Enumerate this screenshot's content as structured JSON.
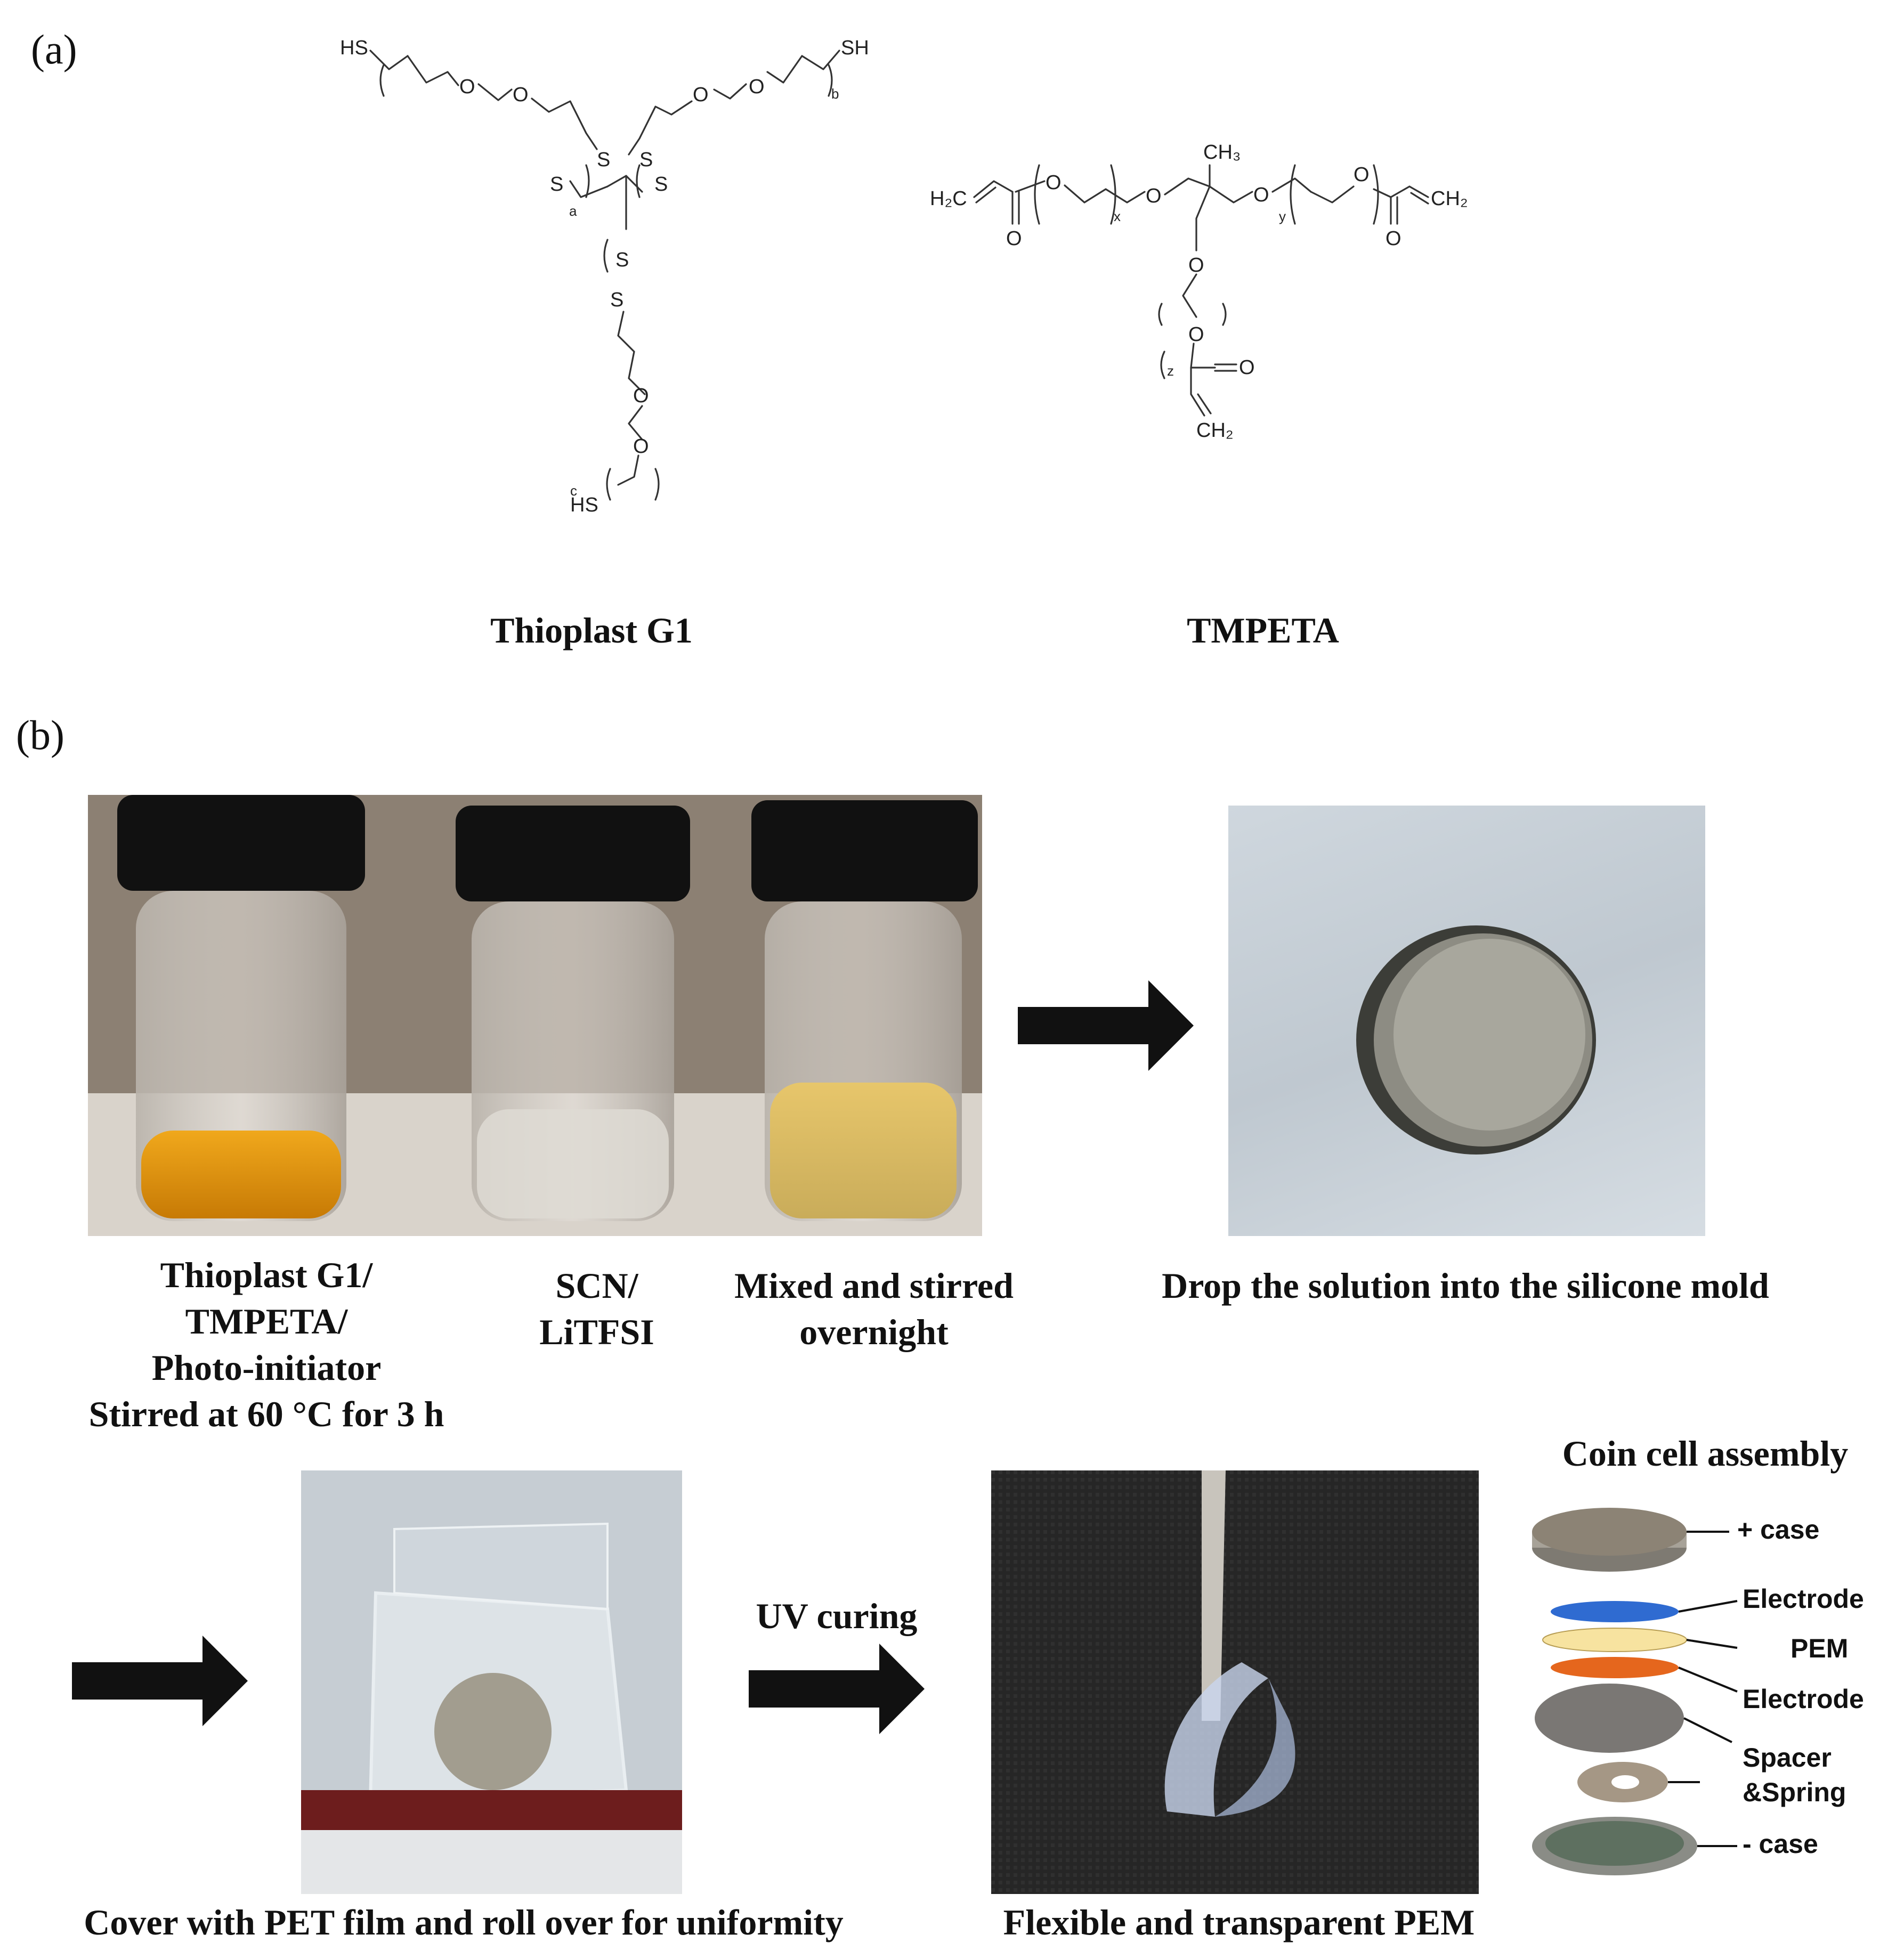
{
  "panel_a": {
    "label": "(a)",
    "thioplast": {
      "name": "Thioplast G1",
      "atoms": {
        "sh": "SH",
        "hs": "HS",
        "o": "O",
        "s": "S",
        "a": "a",
        "b": "b",
        "c": "c"
      }
    },
    "tmpeta": {
      "name": "TMPETA",
      "atoms": {
        "h2c": "H₂C",
        "ch2": "CH₂",
        "ch3": "CH₃",
        "o": "O",
        "x": "x",
        "y": "y",
        "z": "z"
      }
    }
  },
  "panel_b": {
    "label": "(b)",
    "vials": [
      {
        "caption": [
          "Thioplast G1/",
          "TMPETA/",
          "Photo-initiator",
          "Stirred at 60 °C for 3 h"
        ]
      },
      {
        "caption": [
          "SCN/",
          "LiTFSI"
        ]
      },
      {
        "caption": [
          "Mixed and stirred",
          "overnight"
        ]
      }
    ],
    "mold_caption": "Drop the solution into the silicone mold",
    "pet_caption": "Cover with PET film and roll over for uniformity",
    "uv_label": "UV curing",
    "pem_caption": "Flexible and transparent PEM",
    "coin_cell": {
      "title": "Coin cell assembly",
      "layers": [
        "+ case",
        "Electrode",
        "PEM",
        "Electrode",
        "Spacer",
        "&Spring",
        "- case"
      ]
    }
  }
}
